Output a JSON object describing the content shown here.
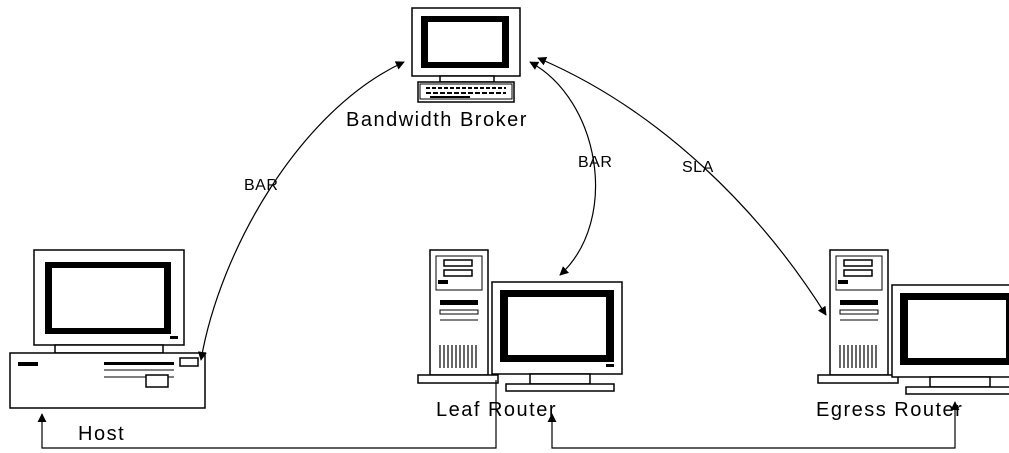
{
  "nodes": {
    "bandwidth_broker": {
      "label": "Bandwidth Broker",
      "icon": "workstation-desktop-icon"
    },
    "host": {
      "label": "Host",
      "icon": "desktop-pc-icon"
    },
    "leaf_router": {
      "label": "Leaf Router",
      "icon": "tower-server-with-monitor-icon"
    },
    "egress_router": {
      "label": "Egress Router",
      "icon": "tower-server-with-monitor-icon"
    }
  },
  "edges": {
    "host_broker": {
      "label": "BAR",
      "from": "Host",
      "to": "Bandwidth Broker",
      "arrows": "both"
    },
    "broker_leaf": {
      "label": "BAR",
      "from": "Bandwidth Broker",
      "to": "Leaf Router",
      "arrows": "both"
    },
    "broker_egress": {
      "label": "SLA",
      "from": "Bandwidth Broker",
      "to": "Egress Router",
      "arrows": "both"
    },
    "host_leaf": {
      "label": "",
      "from": "Leaf Router",
      "to": "Host",
      "arrows": "to-host"
    },
    "leaf_egress": {
      "label": "",
      "from": "Leaf Router",
      "to": "Egress Router",
      "arrows": "both"
    }
  },
  "colors": {
    "line": "#000000",
    "screen": "#ffffff",
    "background": "#ffffff"
  }
}
